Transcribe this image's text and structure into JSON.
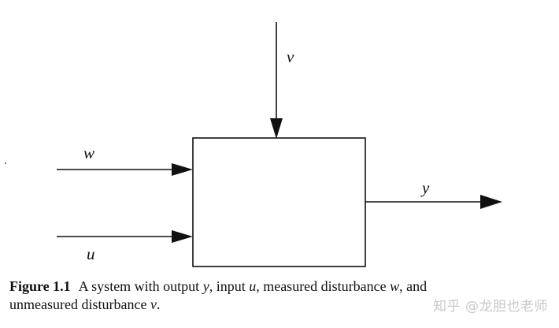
{
  "figure": {
    "labels": {
      "v": "v",
      "w": "w",
      "u": "u",
      "y": "y"
    },
    "caption": {
      "number": "Figure 1.1",
      "parts": [
        "A system with output ",
        "y",
        ", input ",
        "u",
        ", measured disturbance ",
        "w",
        ", and unmeasured disturbance ",
        "v",
        "."
      ]
    }
  },
  "watermark": {
    "text": "知乎 @龙胆也老师"
  },
  "colors": {
    "ink": "#111111",
    "background": "#ffffff",
    "watermark": "#c8c8c8"
  }
}
